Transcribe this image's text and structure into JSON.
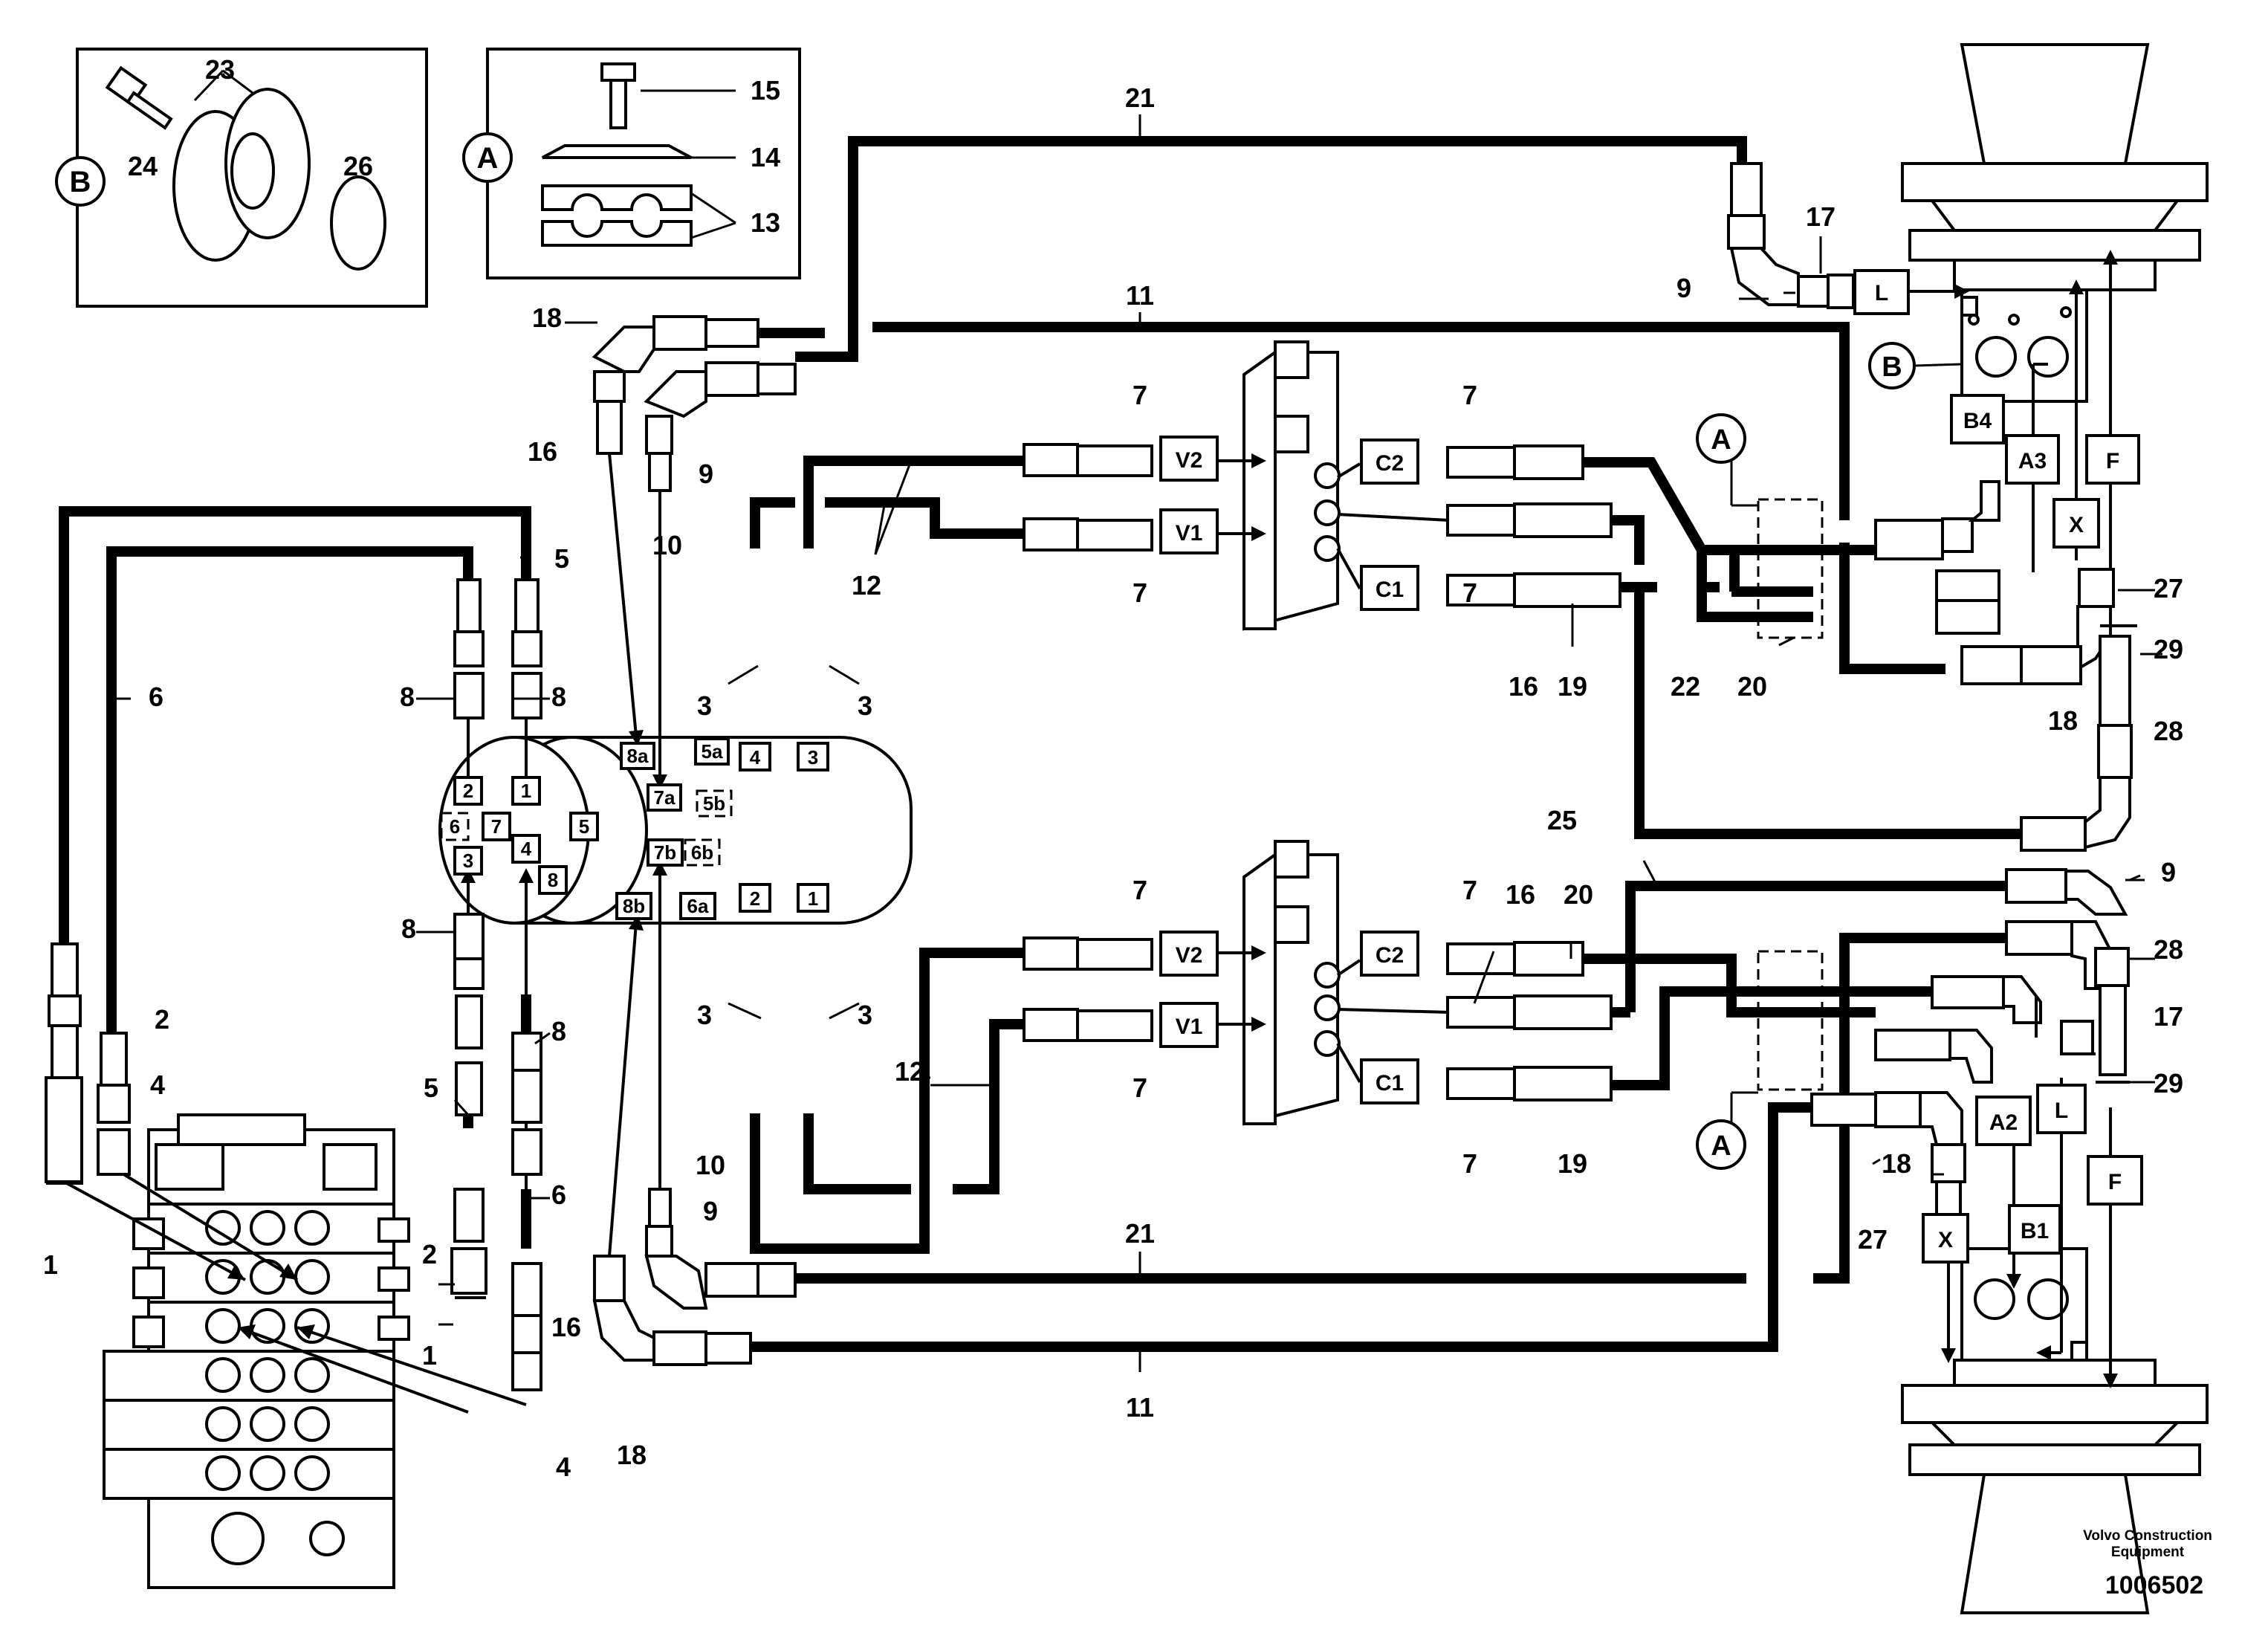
{
  "detail_b": {
    "circle": "B",
    "labels": [
      "23",
      "24",
      "26"
    ]
  },
  "detail_a": {
    "circle": "A",
    "labels": [
      "15",
      "14",
      "13"
    ]
  },
  "callouts": [
    "21",
    "11",
    "9",
    "17",
    "18",
    "16",
    "9",
    "10",
    "7",
    "7",
    "7",
    "7",
    "12",
    "12",
    "5",
    "6",
    "8",
    "8",
    "8",
    "8",
    "3",
    "3",
    "3",
    "3",
    "2",
    "2",
    "4",
    "4",
    "5",
    "6",
    "1",
    "1",
    "16",
    "18",
    "10",
    "9",
    "21",
    "11",
    "7",
    "7",
    "7",
    "7",
    "16",
    "16",
    "19",
    "19",
    "20",
    "20",
    "22",
    "25",
    "27",
    "27",
    "29",
    "29",
    "28",
    "28",
    "18",
    "18",
    "9",
    "17"
  ],
  "port_labels": [
    "8a",
    "5a",
    "4",
    "3",
    "7a",
    "5b",
    "7b",
    "6b",
    "8b",
    "6a",
    "2",
    "1",
    "2",
    "1",
    "6",
    "7",
    "5",
    "3",
    "4",
    "8"
  ],
  "valve_boxes": {
    "upper": [
      "V2",
      "V1",
      "C2",
      "C1"
    ],
    "lower": [
      "V2",
      "V1",
      "C2",
      "C1"
    ]
  },
  "motor_boxes": [
    "L",
    "B4",
    "A3",
    "X",
    "F",
    "A2",
    "X",
    "B1",
    "L",
    "F"
  ],
  "circle_refs": [
    "A",
    "A",
    "B"
  ],
  "footer": {
    "company_line1": "Volvo Construction",
    "company_line2": "Equipment",
    "doc_number": "1006502"
  }
}
